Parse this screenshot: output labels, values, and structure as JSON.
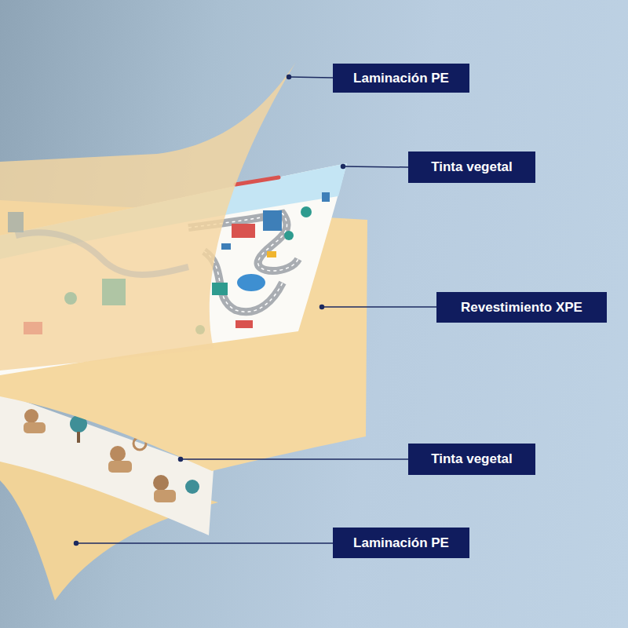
{
  "diagram": {
    "nodes": [
      {
        "text": [
          "Laminación PE"
        ]
      },
      {
        "text": [
          "Tinta vegetal"
        ]
      },
      {
        "text": [
          "Revestimiento XPE"
        ]
      },
      {
        "text": [
          "Tinta vegetal"
        ]
      },
      {
        "text": [
          "Laminación PE"
        ]
      }
    ]
  }
}
